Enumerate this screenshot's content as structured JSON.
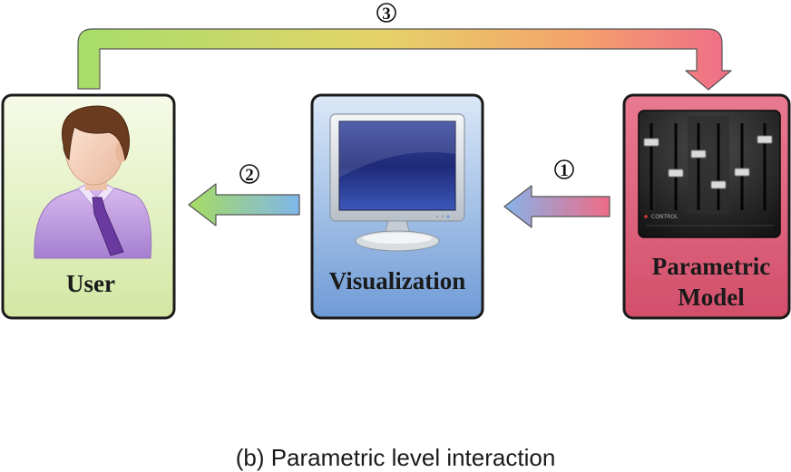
{
  "nodes": {
    "user": {
      "label": "User",
      "fill_top": "#f4f9e4",
      "fill_bottom": "#d6e8a8"
    },
    "visualization": {
      "label": "Visualization",
      "fill_top": "#c3d8f3",
      "fill_bottom": "#7fa6dc"
    },
    "parametric": {
      "label_line1": "Parametric",
      "label_line2": "Model",
      "fill_top": "#e46a83",
      "fill_bottom": "#cf4a66"
    }
  },
  "arrows": {
    "a1": {
      "number": "1"
    },
    "a2": {
      "number": "2"
    },
    "a3": {
      "number": "3"
    }
  },
  "mixer": {
    "label": "CONTROL"
  },
  "caption": "(b) Parametric level interaction",
  "colors": {
    "green": "#9dd86a",
    "blue": "#7fb3e6",
    "pink": "#ee6e88",
    "orange": "#f2b25e",
    "outline": "#222222"
  }
}
